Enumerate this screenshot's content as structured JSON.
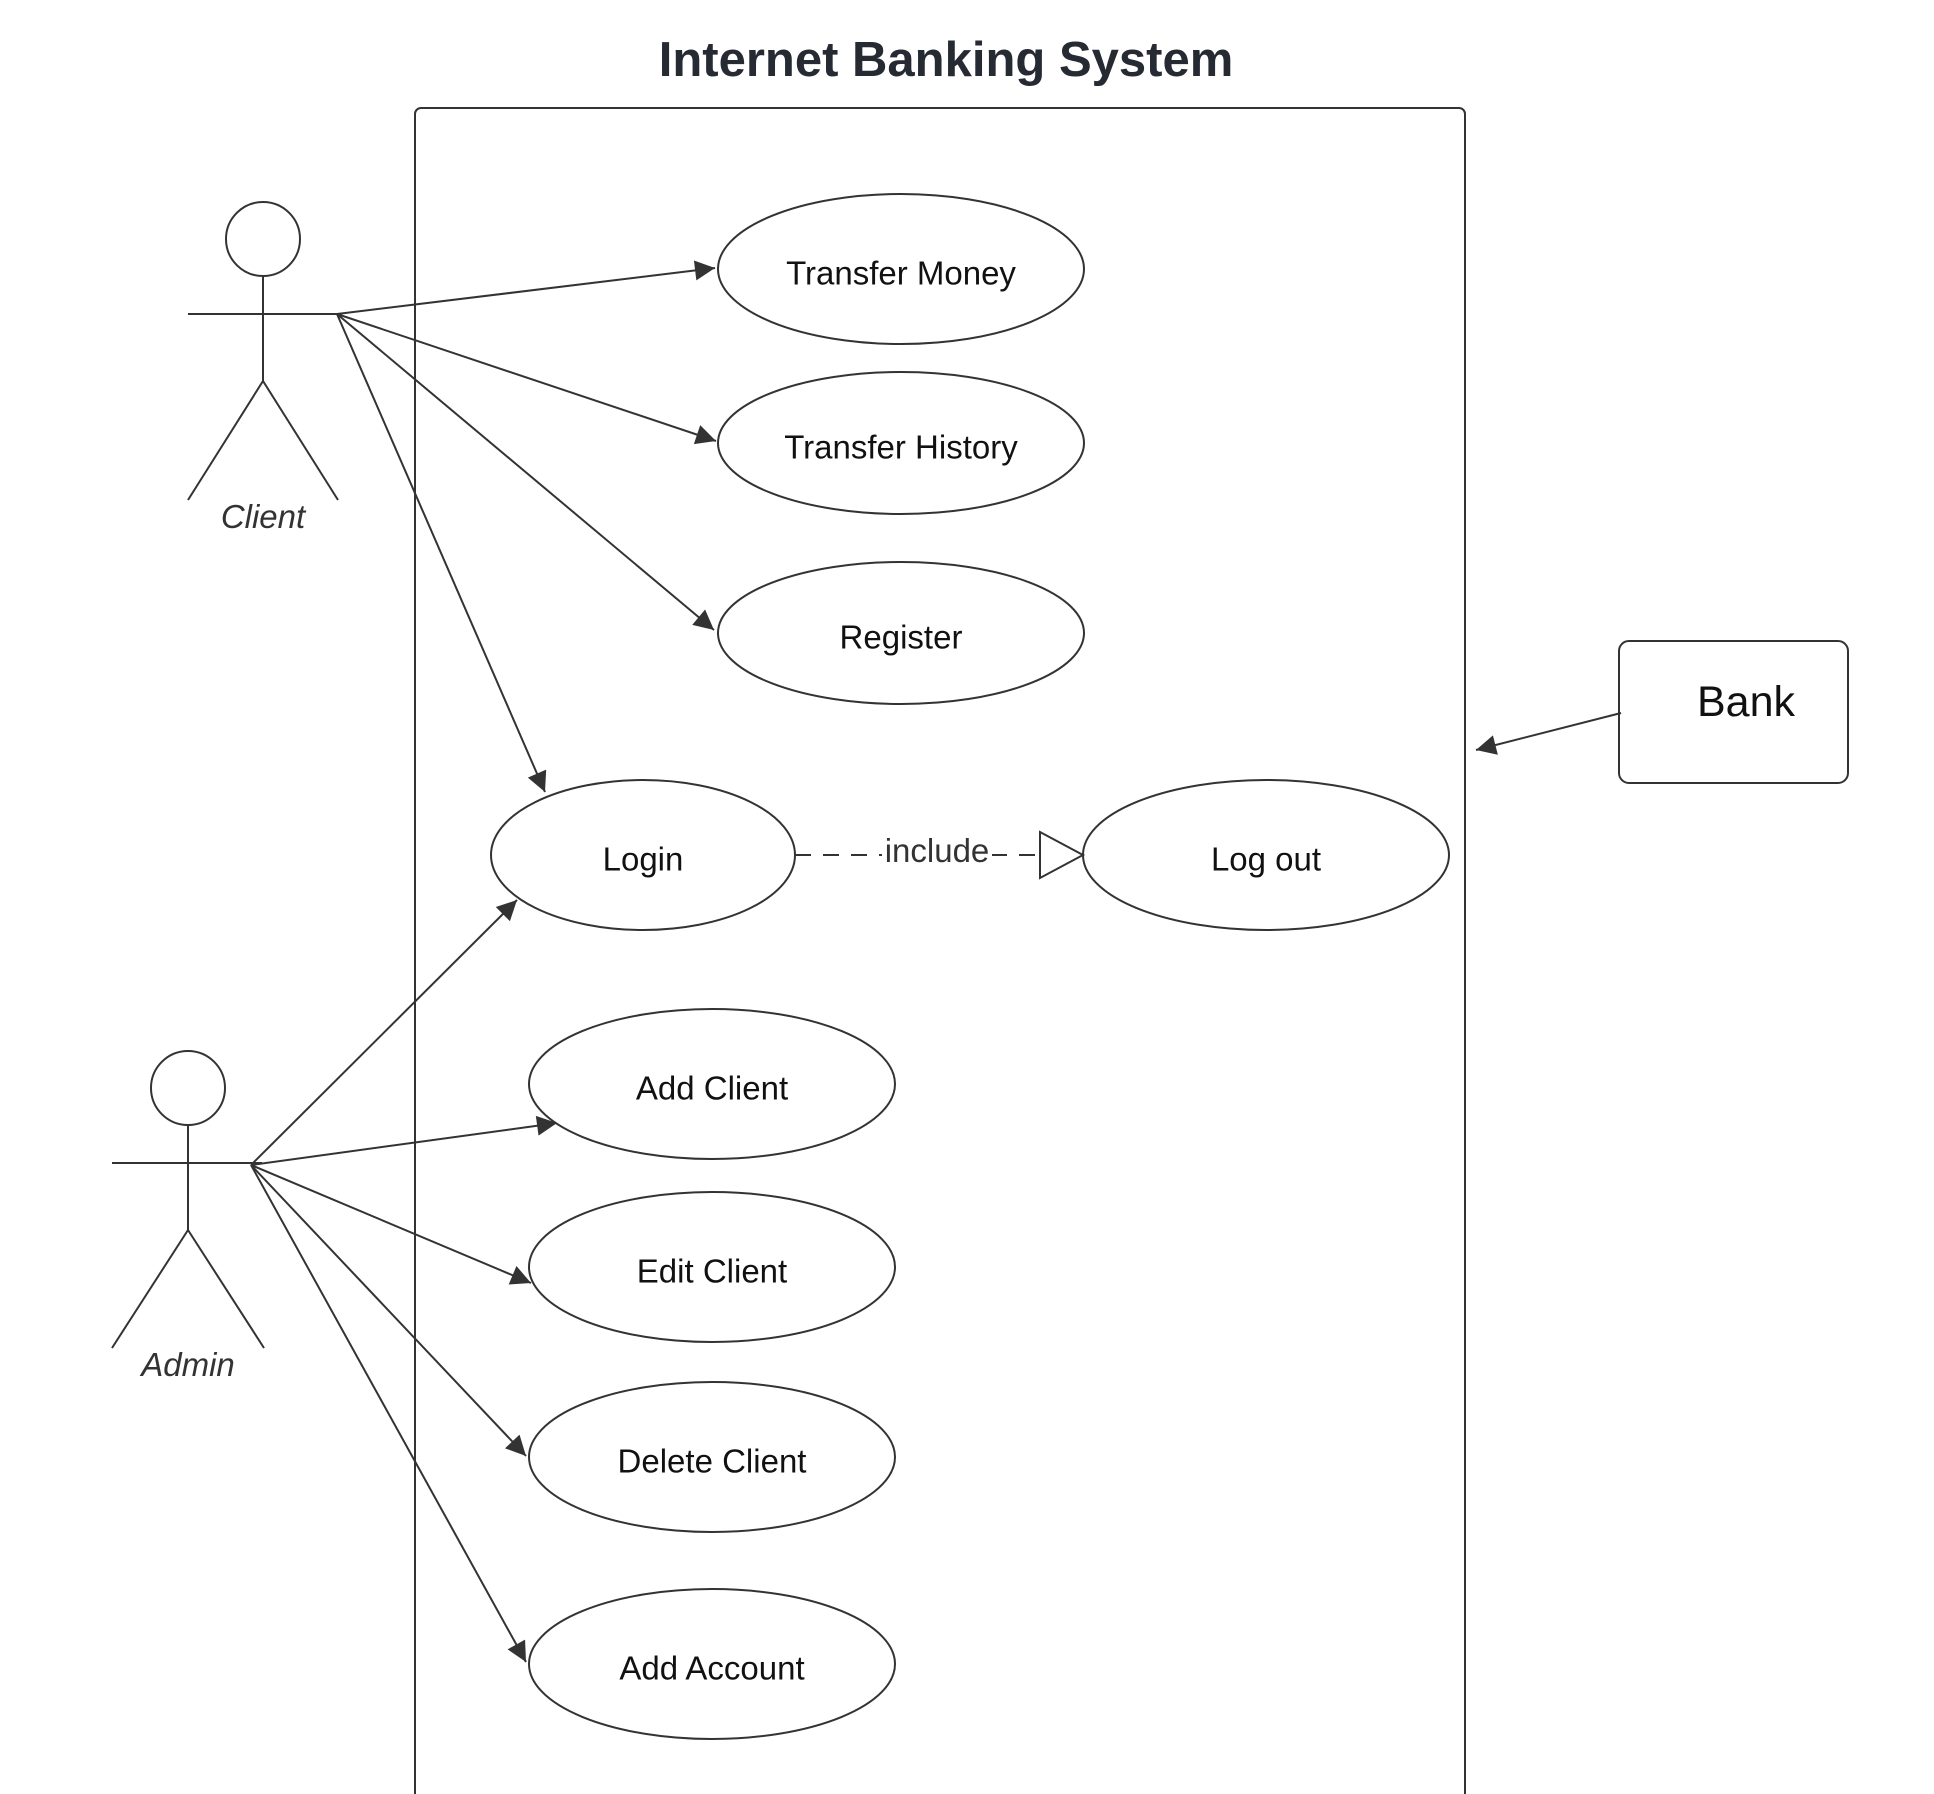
{
  "title": "Internet Banking System",
  "actors": {
    "client": {
      "label": "Client"
    },
    "admin": {
      "label": "Admin"
    },
    "bank": {
      "label": "Bank"
    }
  },
  "use_cases": {
    "transfer_money": "Transfer Money",
    "transfer_history": "Transfer History",
    "register": "Register",
    "login": "Login",
    "logout": "Log out",
    "add_client": "Add Client",
    "edit_client": "Edit Client",
    "delete_client": "Delete Client",
    "add_account": "Add Account"
  },
  "relationships": {
    "include_label": "include",
    "associations": [
      {
        "from": "Client",
        "to": "Transfer Money"
      },
      {
        "from": "Client",
        "to": "Transfer History"
      },
      {
        "from": "Client",
        "to": "Register"
      },
      {
        "from": "Client",
        "to": "Login"
      },
      {
        "from": "Admin",
        "to": "Login"
      },
      {
        "from": "Admin",
        "to": "Add Client"
      },
      {
        "from": "Admin",
        "to": "Edit Client"
      },
      {
        "from": "Admin",
        "to": "Delete Client"
      },
      {
        "from": "Admin",
        "to": "Add Account"
      },
      {
        "from": "Bank",
        "to": "Internet Banking System"
      }
    ],
    "include": {
      "from": "Login",
      "to": "Log out"
    }
  }
}
